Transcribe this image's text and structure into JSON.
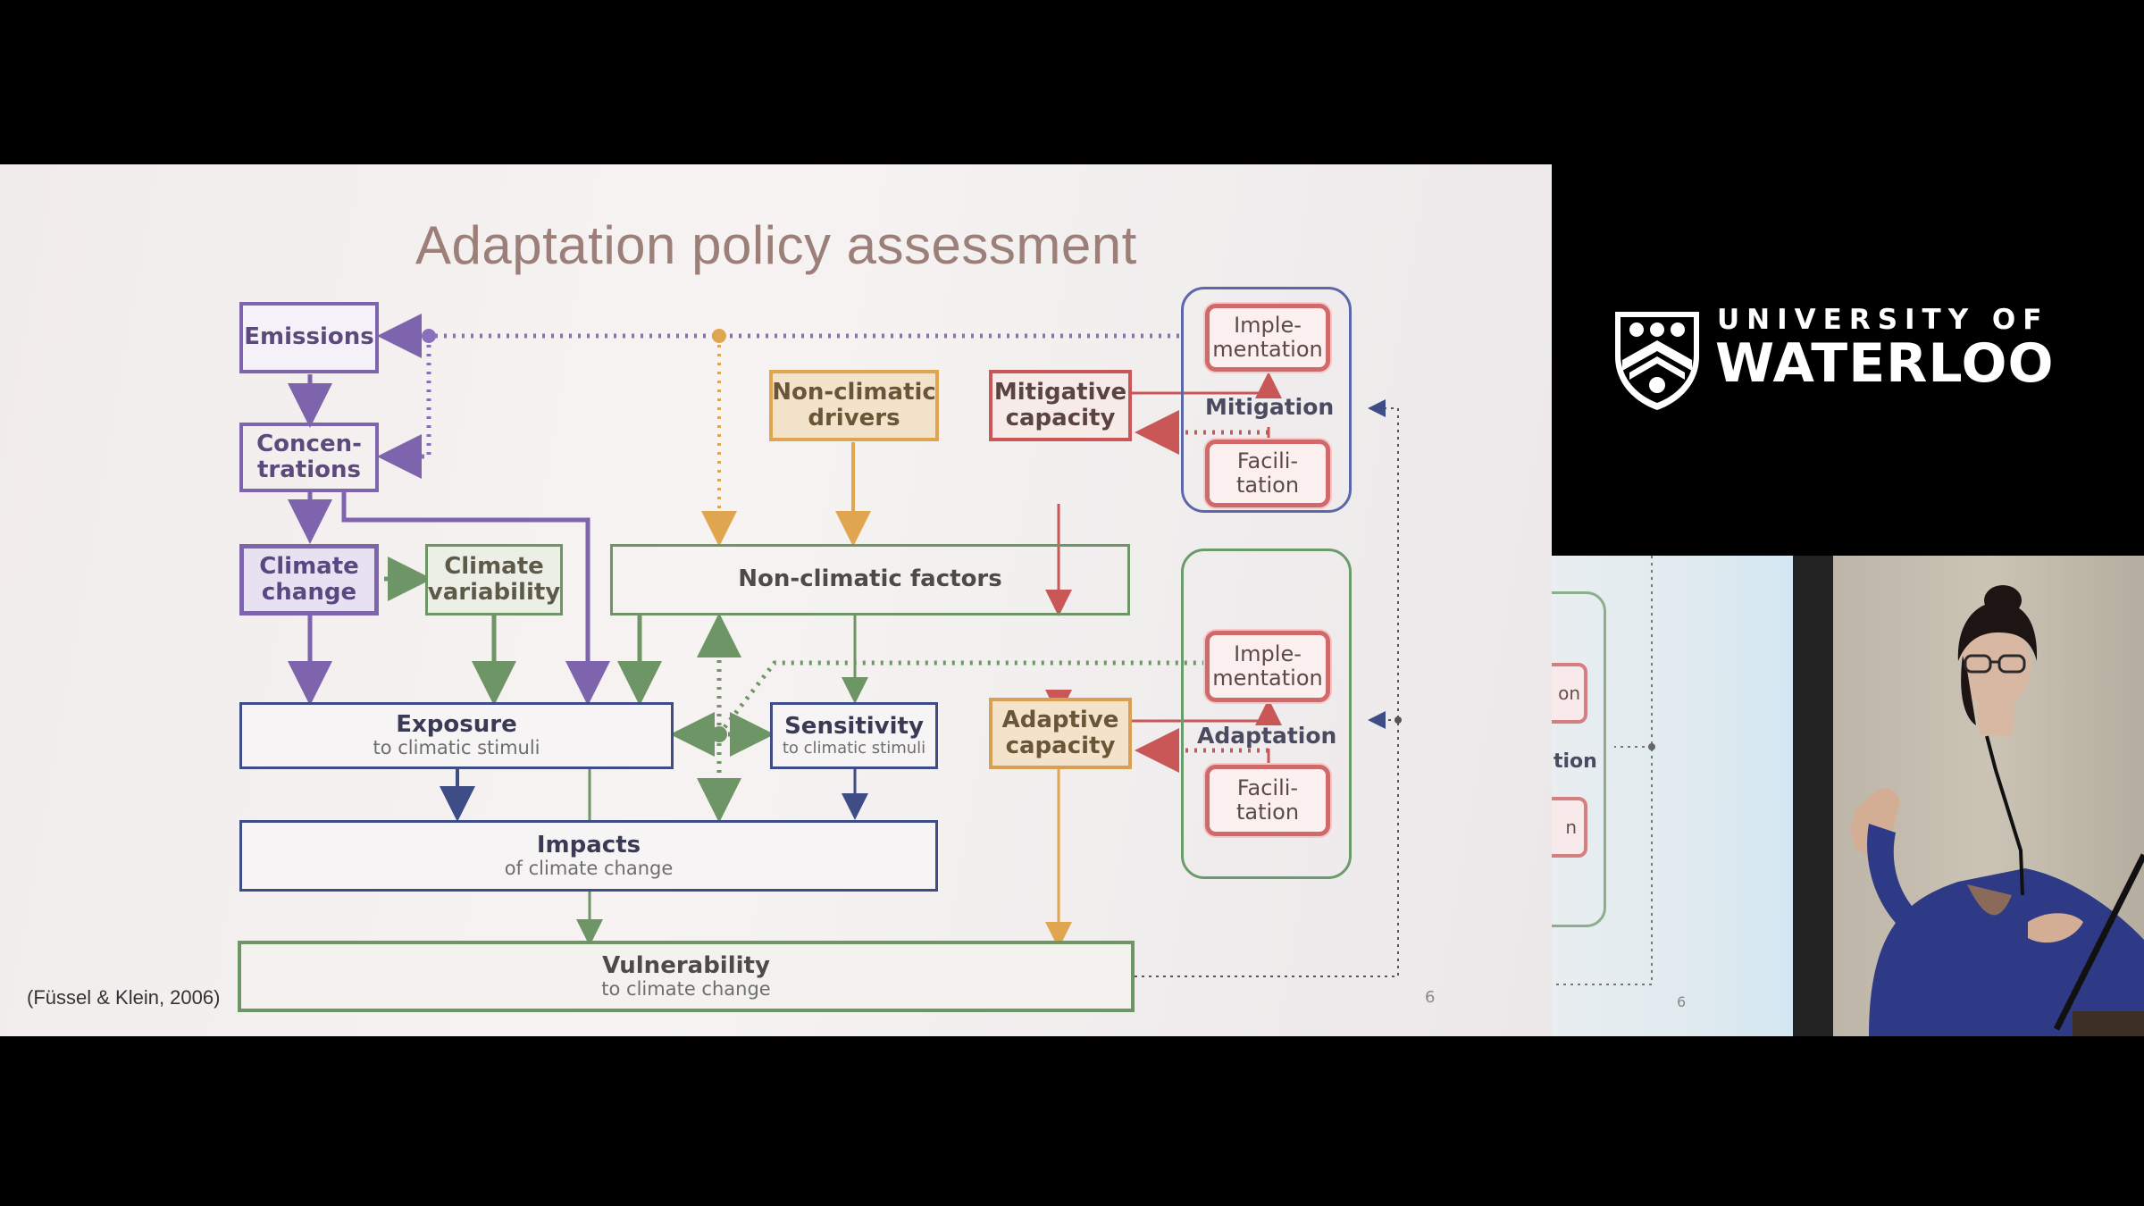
{
  "slide": {
    "title": "Adaptation policy assessment",
    "citation": "(Füssel & Klein, 2006)",
    "page_number": "6"
  },
  "diagram": {
    "emissions": "Emissions",
    "concentrations": "Concen-\ntrations",
    "climate_change": "Climate\nchange",
    "climate_variability": "Climate\nvariability",
    "non_climatic_drivers": "Non-climatic\ndrivers",
    "non_climatic_factors": "Non-climatic factors",
    "mitigative_capacity": "Mitigative\ncapacity",
    "adaptive_capacity": "Adaptive\ncapacity",
    "exposure_title": "Exposure",
    "exposure_sub": "to climatic stimuli",
    "sensitivity_title": "Sensitivity",
    "sensitivity_sub": "to climatic stimuli",
    "impacts_title": "Impacts",
    "impacts_sub": "of climate change",
    "vulnerability_title": "Vulnerability",
    "vulnerability_sub": "to climate change",
    "mitigation_label": "Mitigation",
    "mitigation_implementation": "Imple-\nmentation",
    "mitigation_facilitation": "Facili-\ntation",
    "adaptation_label": "Adaptation",
    "adaptation_implementation": "Imple-\nmentation",
    "adaptation_facilitation": "Facili-\ntation"
  },
  "branding": {
    "line1": "UNIVERSITY OF",
    "line2": "WATERLOO",
    "logo_icon": "university-shield-icon"
  },
  "camera": {
    "screen_fragments": [
      "on",
      "tion",
      "n"
    ],
    "screen_page_number": "6"
  },
  "colors": {
    "purple": "#7d64ad",
    "green": "#6e9566",
    "orange": "#e0a64f",
    "red": "#c95757",
    "navy": "#3e4d86"
  }
}
